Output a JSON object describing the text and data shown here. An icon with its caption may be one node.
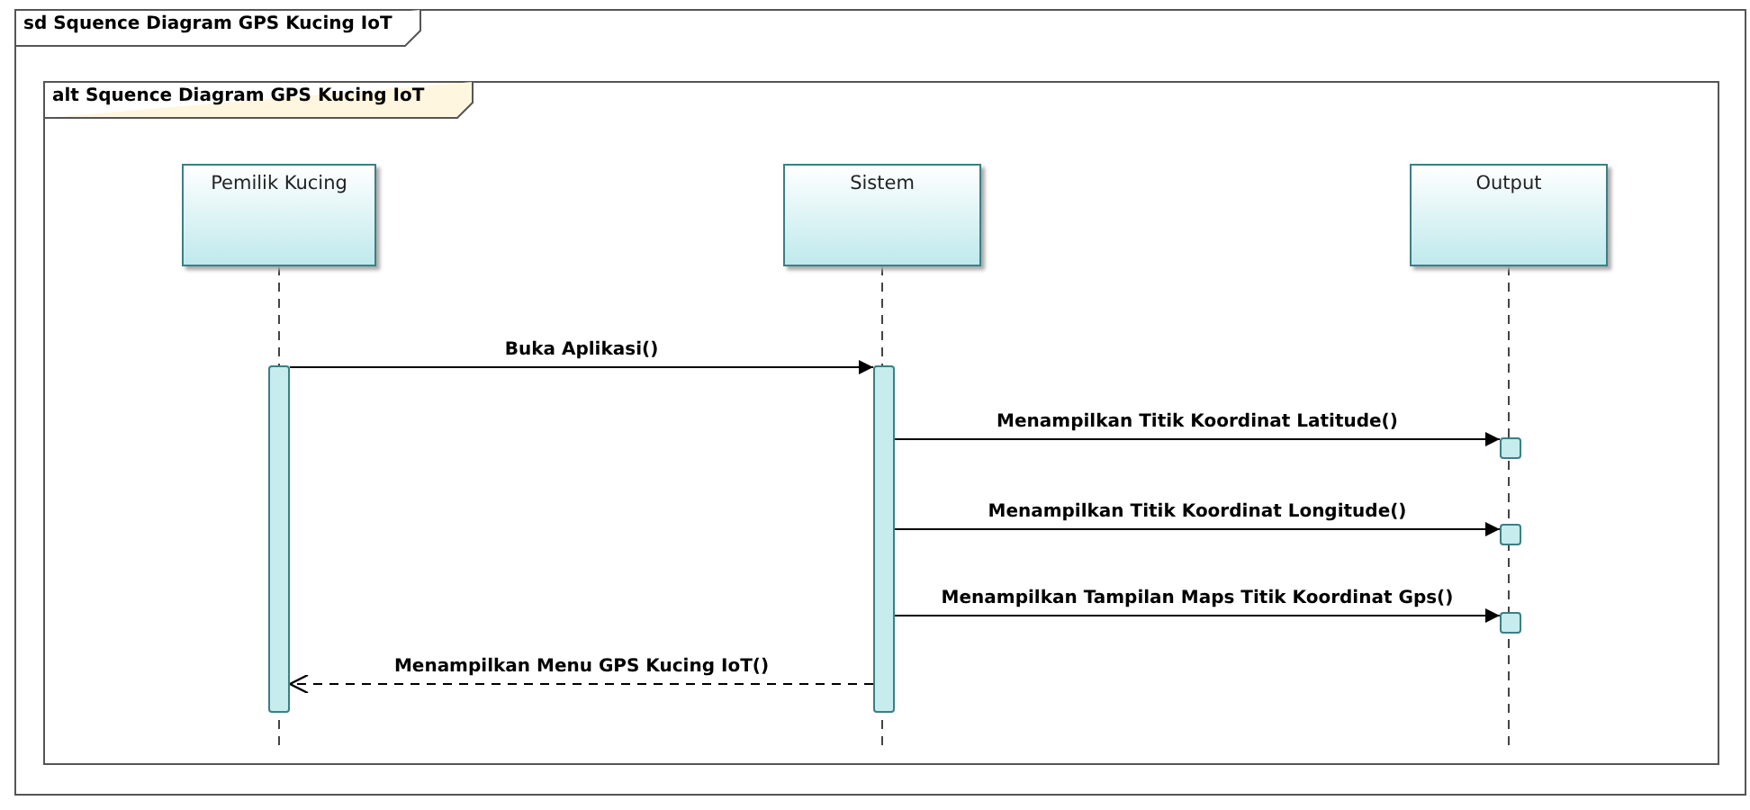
{
  "diagram": {
    "nodes": [
      {
        "text": [
          "sd Squence Diagram GPS Kucing IoT"
        ]
      },
      {
        "text": [
          "alt Squence Diagram GPS Kucing IoT"
        ],
        "in": 0
      },
      {
        "text": [
          "Pemilik Kucing"
        ],
        "in": 1
      },
      {
        "text": [
          "Sistem"
        ],
        "in": 1
      },
      {
        "text": [
          "Output"
        ],
        "in": 1
      },
      {
        "text": [],
        "shape": "bar",
        "in": 1
      },
      {
        "text": [],
        "shape": "bar",
        "in": 1
      },
      {
        "text": [],
        "shape": "bar",
        "in": 1
      },
      {
        "text": [],
        "shape": "bar",
        "in": 1
      },
      {
        "text": [],
        "shape": "bar",
        "in": 1
      }
    ],
    "edges": [
      {
        "from": 5,
        "to": 6,
        "arrow": "to",
        "label": "Buka Aplikasi()"
      },
      {
        "from": 6,
        "to": 7,
        "arrow": "to",
        "label": "Menampilkan Titik Koordinat Latitude()"
      },
      {
        "from": 6,
        "to": 8,
        "arrow": "to",
        "label": "Menampilkan Titik Koordinat Longitude()"
      },
      {
        "from": 6,
        "to": 9,
        "arrow": "to",
        "label": "Menampilkan Tampilan Maps Titik Koordinat Gps()"
      },
      {
        "from": 6,
        "to": 5,
        "arrow": "to",
        "label": "Menampilkan Menu GPS Kucing IoT()",
        "style": "dashed"
      }
    ]
  }
}
